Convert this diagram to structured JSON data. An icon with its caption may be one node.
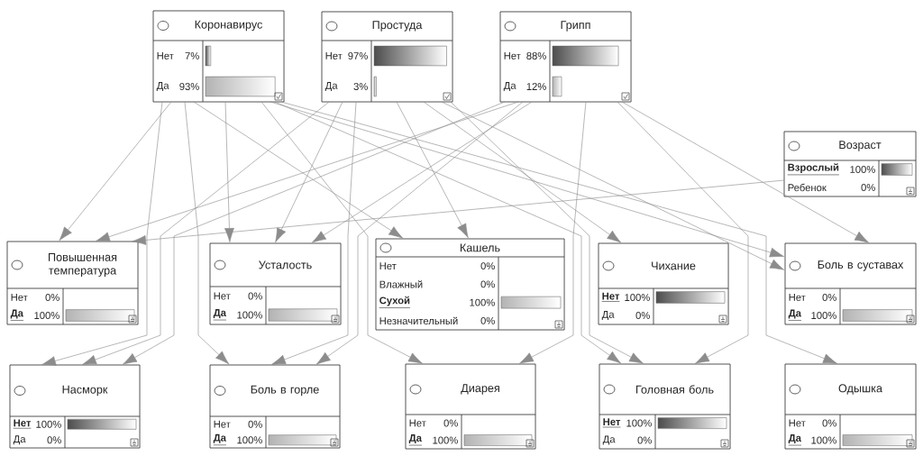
{
  "diagram": {
    "nodes": [
      {
        "text": [
          "Коронавирус",
          "Нет",
          "7%",
          "Да",
          "93%"
        ]
      },
      {
        "text": [
          "Простуда",
          "Нет",
          "97%",
          "Да",
          "3%"
        ]
      },
      {
        "text": [
          "Грипп",
          "Нет",
          "88%",
          "Да",
          "12%"
        ]
      },
      {
        "text": [
          "Возраст",
          "Взрослый",
          "100%",
          "Ребенок",
          "0%"
        ]
      },
      {
        "text": [
          "Повышенная температура",
          "Нет",
          "0%",
          "Да",
          "100%"
        ]
      },
      {
        "text": [
          "Усталость",
          "Нет",
          "0%",
          "Да",
          "100%"
        ]
      },
      {
        "text": [
          "Кашель",
          "Нет",
          "0%",
          "Влажный",
          "0%",
          "Сухой",
          "100%",
          "Незначительный",
          "0%"
        ]
      },
      {
        "text": [
          "Чихание",
          "Нет",
          "100%",
          "Да",
          "0%"
        ]
      },
      {
        "text": [
          "Боль в суставах",
          "Нет",
          "0%",
          "Да",
          "100%"
        ]
      },
      {
        "text": [
          "Насморк",
          "Нет",
          "100%",
          "Да",
          "0%"
        ]
      },
      {
        "text": [
          "Боль в горле",
          "Нет",
          "0%",
          "Да",
          "100%"
        ]
      },
      {
        "text": [
          "Диарея",
          "Нет",
          "0%",
          "Да",
          "100%"
        ]
      },
      {
        "text": [
          "Головная боль",
          "Нет",
          "100%",
          "Да",
          "0%"
        ]
      },
      {
        "text": [
          "Одышка",
          "Нет",
          "0%",
          "Да",
          "100%"
        ]
      }
    ],
    "edges": [
      {
        "from": 0,
        "to": 4,
        "arrow": "to"
      },
      {
        "from": 2,
        "to": 4,
        "arrow": "to"
      },
      {
        "from": 3,
        "to": 4,
        "arrow": "to"
      },
      {
        "from": 0,
        "to": 5,
        "arrow": "to"
      },
      {
        "from": 1,
        "to": 5,
        "arrow": "to"
      },
      {
        "from": 2,
        "to": 5,
        "arrow": "to"
      },
      {
        "from": 0,
        "to": 6,
        "arrow": "to"
      },
      {
        "from": 1,
        "to": 6,
        "arrow": "to"
      },
      {
        "from": 1,
        "to": 7,
        "arrow": "to"
      },
      {
        "from": 0,
        "to": 8,
        "arrow": "to"
      },
      {
        "from": 1,
        "to": 8,
        "arrow": "to"
      },
      {
        "from": 2,
        "to": 8,
        "arrow": "to"
      },
      {
        "from": 0,
        "to": 9,
        "arrow": "to"
      },
      {
        "from": 1,
        "to": 9,
        "arrow": "to"
      },
      {
        "from": 2,
        "to": 9,
        "arrow": "to"
      },
      {
        "from": 0,
        "to": 10,
        "arrow": "to"
      },
      {
        "from": 1,
        "to": 10,
        "arrow": "to"
      },
      {
        "from": 2,
        "to": 10,
        "arrow": "to"
      },
      {
        "from": 0,
        "to": 11,
        "arrow": "to"
      },
      {
        "from": 2,
        "to": 11,
        "arrow": "to"
      },
      {
        "from": 0,
        "to": 12,
        "arrow": "to"
      },
      {
        "from": 1,
        "to": 12,
        "arrow": "to"
      },
      {
        "from": 2,
        "to": 12,
        "arrow": "to"
      },
      {
        "from": 0,
        "to": 13,
        "arrow": "to"
      }
    ]
  }
}
